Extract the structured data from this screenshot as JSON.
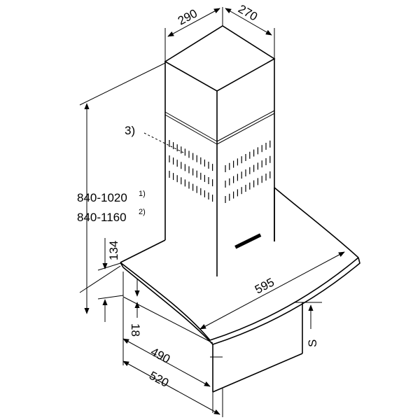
{
  "dimensions": {
    "top_width": "290",
    "top_depth": "270",
    "height_range_1": "840-1020",
    "height_range_1_note": "1)",
    "height_range_2": "840-1160",
    "height_range_2_note": "2)",
    "canopy_height": "134",
    "glass_thickness": "18",
    "width": "595",
    "depth_inner": "490",
    "depth_outer": "520",
    "safety_clearance": "S"
  },
  "callouts": {
    "vent_marker": "3)"
  }
}
